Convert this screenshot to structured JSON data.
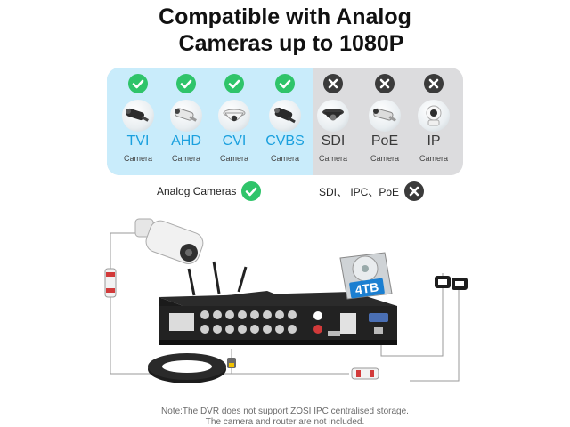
{
  "title": {
    "line1": "Compatible with Analog",
    "line2": "Cameras up to 1080P"
  },
  "compatibility": {
    "analog_cameras": [
      {
        "name": "TVI",
        "type": "Camera",
        "supported": true,
        "icon": "bullet-camera-icon"
      },
      {
        "name": "AHD",
        "type": "Camera",
        "supported": true,
        "icon": "bullet-camera-icon"
      },
      {
        "name": "CVI",
        "type": "Camera",
        "supported": true,
        "icon": "dome-camera-icon"
      },
      {
        "name": "CVBS",
        "type": "Camera",
        "supported": true,
        "icon": "bullet-camera-icon"
      }
    ],
    "other_cameras": [
      {
        "name": "SDI",
        "type": "Camera",
        "supported": false,
        "icon": "dome-camera-icon"
      },
      {
        "name": "PoE",
        "type": "Camera",
        "supported": false,
        "icon": "bullet-camera-icon"
      },
      {
        "name": "IP",
        "type": "Camera",
        "supported": false,
        "icon": "indoor-camera-icon"
      }
    ]
  },
  "legend": {
    "analog_label": "Analog Cameras",
    "other_label": "SDI、 IPC、PoE"
  },
  "illustration": {
    "hdd_label": "4TB"
  },
  "note": {
    "line1": "Note:The DVR does not support ZOSI IPC centralised storage.",
    "line2": "The camera and router are not included."
  },
  "colors": {
    "analog_panel": "#c9ecfb",
    "other_panel": "#dcdcde",
    "supported": "#2fc46a",
    "unsupported": "#3b3b3b",
    "analog_name": "#1aa0de",
    "hdd_label": "#1b7fd1"
  }
}
